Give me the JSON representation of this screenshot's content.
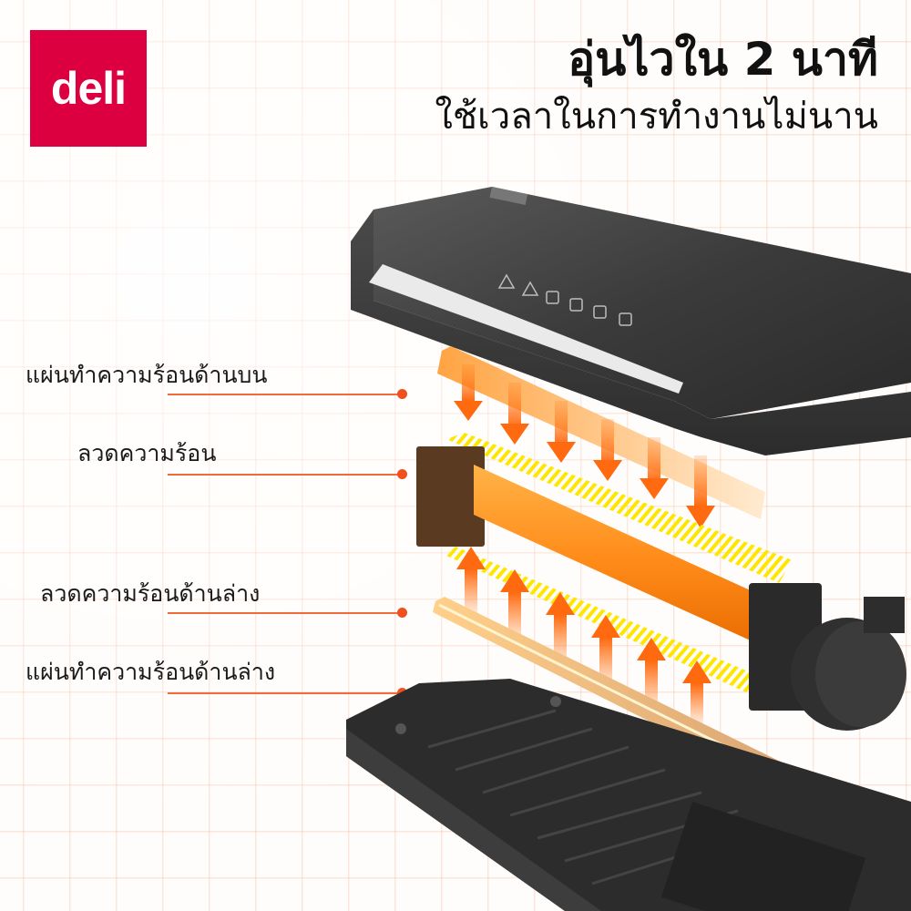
{
  "brand": {
    "logo_text": "deli",
    "color": "#dc0040"
  },
  "headline": {
    "title": "อุ่นไวใน 2 นาที",
    "subtitle": "ใช้เวลาในการทำงานไม่นาน"
  },
  "callouts": [
    {
      "label": "แผ่นทำความร้อนด้านบน"
    },
    {
      "label": "ลวดความร้อน"
    },
    {
      "label": "ลวดความร้อนด้านล่าง"
    },
    {
      "label": "แผ่นทำความร้อนด้านล่าง"
    }
  ],
  "colors": {
    "accent": "#f26a3c",
    "heat_orange": "#ff8a1c",
    "heat_yellow": "#ffe600",
    "grid": "#f5aa8c",
    "device": "#3a3a3a"
  }
}
